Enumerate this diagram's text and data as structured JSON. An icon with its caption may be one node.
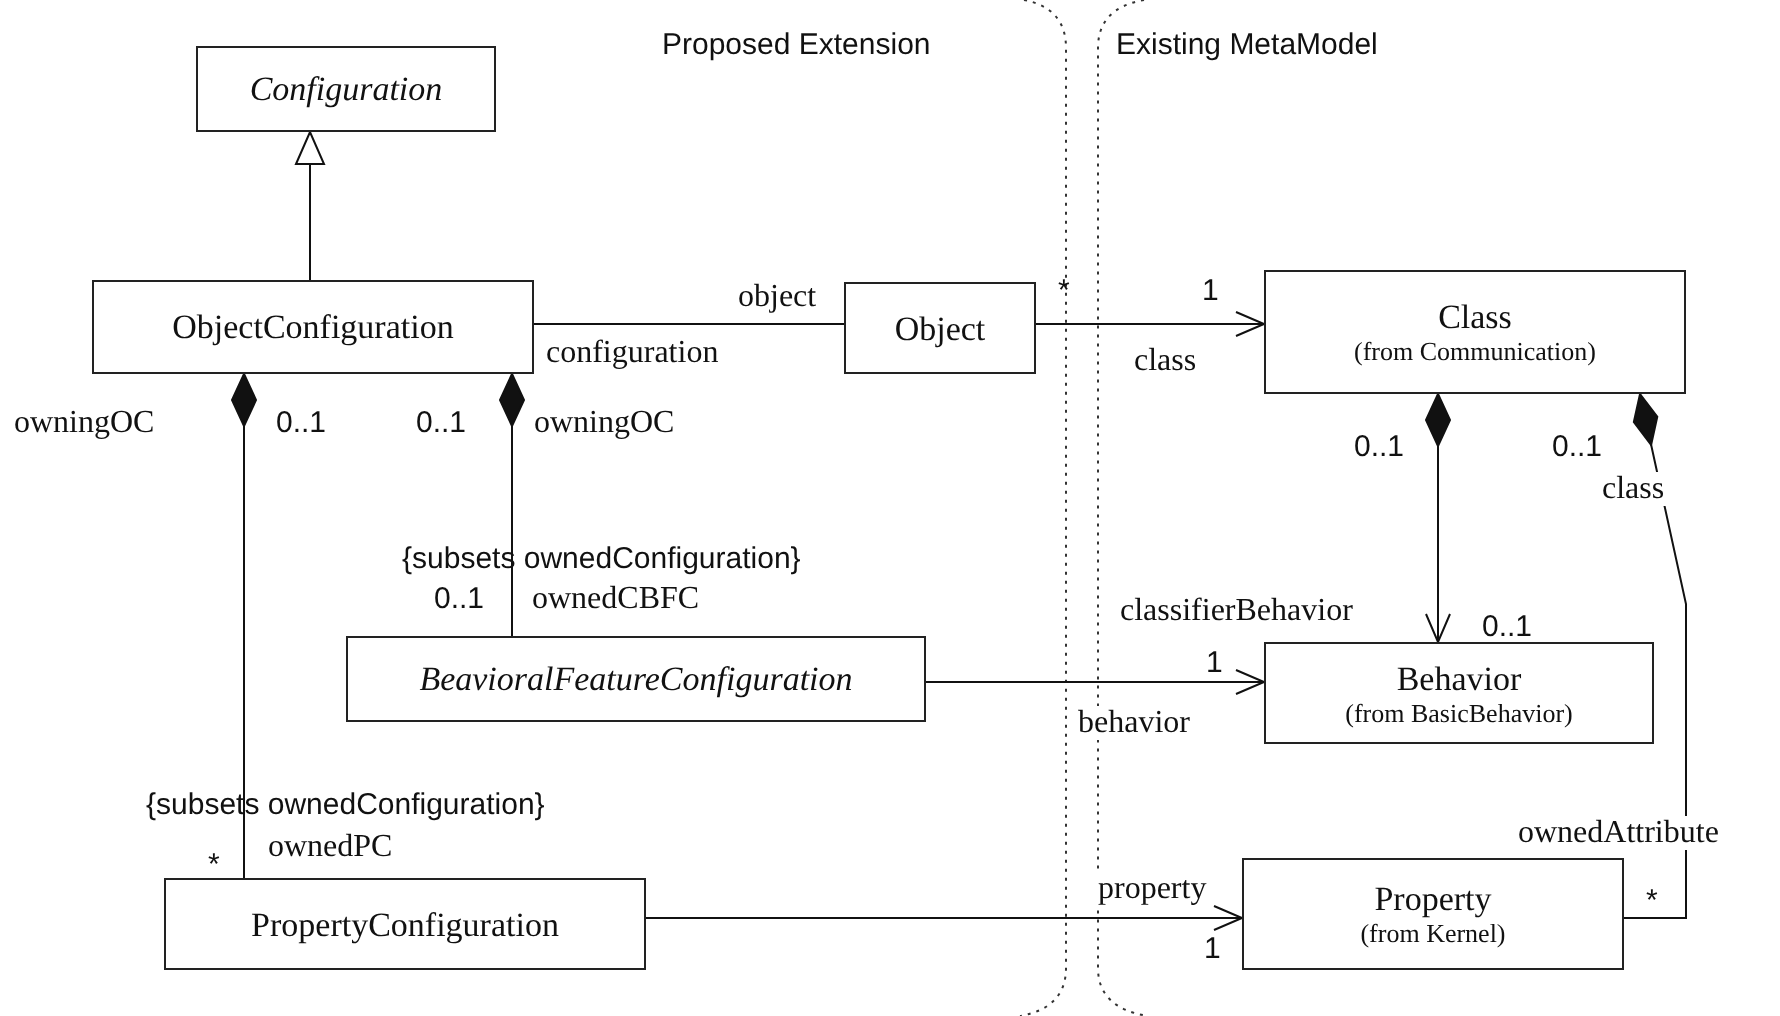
{
  "diagram": {
    "nodes": [
      {
        "text": [
          "Configuration"
        ]
      },
      {
        "text": [
          "ObjectConfiguration"
        ]
      },
      {
        "text": [
          "Object"
        ]
      },
      {
        "text": [
          "Class",
          "(from Communication)"
        ]
      },
      {
        "text": [
          "BeavioralFeatureConfiguration"
        ]
      },
      {
        "text": [
          "Behavior",
          "(from BasicBehavior)"
        ]
      },
      {
        "text": [
          "PropertyConfiguration"
        ]
      },
      {
        "text": [
          "Property",
          "(from Kernel)"
        ]
      }
    ],
    "edges": [
      {
        "from": 1,
        "to": 0,
        "arrow": "to"
      },
      {
        "from": 1,
        "to": 2,
        "arrow": "none"
      },
      {
        "from": 2,
        "to": 3,
        "arrow": "to"
      },
      {
        "from": 1,
        "to": 4,
        "arrow": "other"
      },
      {
        "from": 1,
        "to": 6,
        "arrow": "other"
      },
      {
        "from": 3,
        "to": 5,
        "arrow": "to"
      },
      {
        "from": 3,
        "to": 7,
        "arrow": "other"
      },
      {
        "from": 4,
        "to": 5,
        "arrow": "to"
      },
      {
        "from": 6,
        "to": 7,
        "arrow": "to"
      }
    ],
    "labels": [
      "Proposed Extension",
      "Existing MetaModel",
      "object",
      "*",
      "1",
      "configuration",
      "class",
      "owningOC",
      "0..1",
      "0..1",
      "owningOC",
      "0..1",
      "0..1",
      "class",
      "{subsets ownedConfiguration}",
      "0..1",
      "ownedCBFC",
      "classifierBehavior",
      "0..1",
      "1",
      "behavior",
      "{subsets ownedConfiguration}",
      "ownedAttribute",
      "ownedPC",
      "*",
      "property",
      "*",
      "1"
    ]
  }
}
